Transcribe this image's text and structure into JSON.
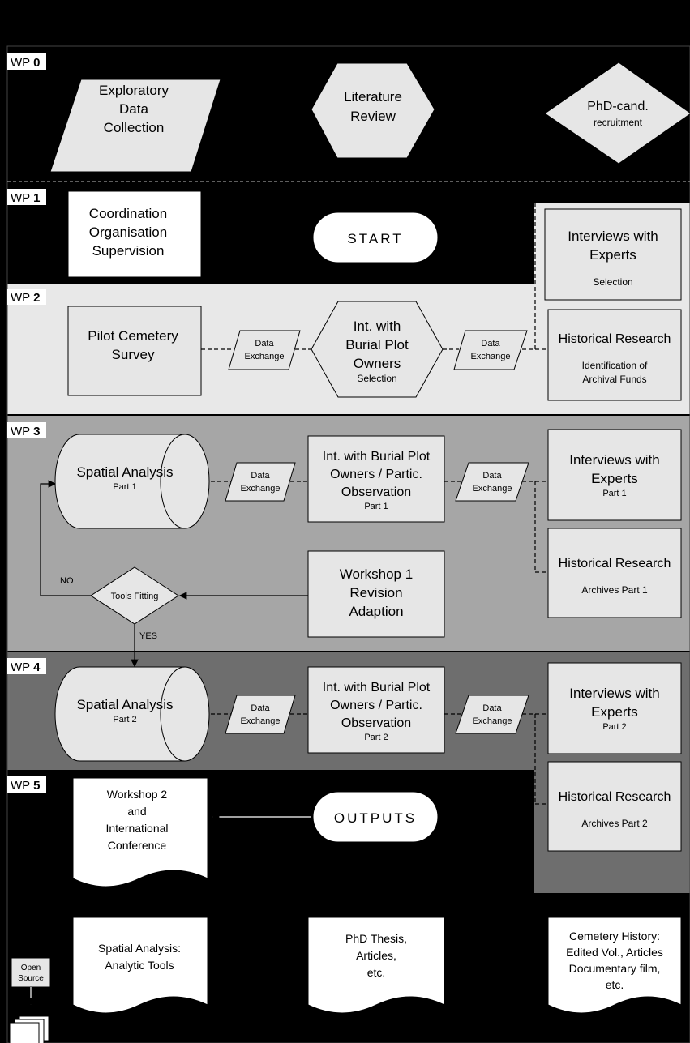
{
  "work_packages": {
    "wp0": {
      "prefix": "WP",
      "num": "0"
    },
    "wp1": {
      "prefix": "WP",
      "num": "1"
    },
    "wp2": {
      "prefix": "WP",
      "num": "2"
    },
    "wp3": {
      "prefix": "WP",
      "num": "3"
    },
    "wp4": {
      "prefix": "WP",
      "num": "4"
    },
    "wp5": {
      "prefix": "WP",
      "num": "5"
    }
  },
  "nodes": {
    "exploratory": [
      "Exploratory",
      "Data",
      "Collection"
    ],
    "literature": [
      "Literature",
      "Review"
    ],
    "phd_recruit": [
      "PhD-cand.",
      "recruitment"
    ],
    "coordination": [
      "Coordination",
      "Organisation",
      "Supervision"
    ],
    "start": "START",
    "interviews_sel": [
      "Interviews with",
      "Experts",
      "Selection"
    ],
    "pilot": [
      "Pilot Cemetery",
      "Survey"
    ],
    "int_burial_sel": [
      "Int. with",
      "Burial Plot",
      "Owners",
      "Selection"
    ],
    "historical_sel": [
      "Historical Research",
      "Identification of",
      "Archival Funds"
    ],
    "spatial_1": [
      "Spatial Analysis",
      "Part 1"
    ],
    "int_burial_1": [
      "Int. with Burial Plot",
      "Owners / Partic.",
      "Observation",
      "Part 1"
    ],
    "interviews_1": [
      "Interviews with",
      "Experts",
      "Part 1"
    ],
    "historical_1": [
      "Historical Research",
      "Archives Part 1"
    ],
    "workshop_1": [
      "Workshop 1",
      "Revision",
      "Adaption"
    ],
    "tools_fitting": "Tools Fitting",
    "no_label": "NO",
    "yes_label": "YES",
    "spatial_2": [
      "Spatial Analysis",
      "Part 2"
    ],
    "int_burial_2": [
      "Int. with Burial Plot",
      "Owners / Partic.",
      "Observation",
      "Part 2"
    ],
    "interviews_2": [
      "Interviews with",
      "Experts",
      "Part 2"
    ],
    "historical_2": [
      "Historical Research",
      "Archives Part 2"
    ],
    "workshop_2": [
      "Workshop 2",
      "and",
      "International",
      "Conference"
    ],
    "outputs": "OUTPUTS",
    "spatial_tools": [
      "Spatial Analysis:",
      "Analytic Tools"
    ],
    "phd_thesis": [
      "PhD Thesis,",
      "Articles,",
      "etc."
    ],
    "cemetery_history": [
      "Cemetery History:",
      "Edited Vol., Articles",
      "Documentary film,",
      "etc."
    ],
    "open_source": [
      "Open",
      "Source"
    ],
    "data_exchange": [
      "Data",
      "Exchange"
    ]
  },
  "colors": {
    "background": "#000000",
    "wp2_band": "#e8e8e8",
    "wp3_band": "#a6a6a6",
    "wp4_band": "#6e6e6e",
    "node_fill": "#e6e6e6"
  }
}
